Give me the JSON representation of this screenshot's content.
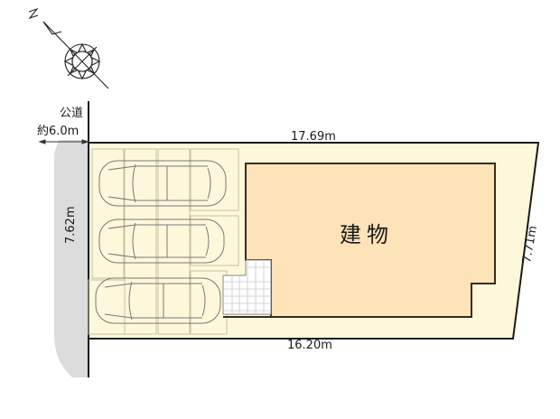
{
  "diagram": {
    "type": "site-plan",
    "compass": {
      "label": "N",
      "icon": "north-arrow-compass-rose"
    },
    "road": {
      "label": "公道",
      "width": "約6.0m",
      "color": "#dcdcdc"
    },
    "lot": {
      "fill": "#fdf8dc",
      "outline": "#1a1a1a",
      "dimensions": {
        "top": "17.69m",
        "bottom": "16.20m",
        "left": "7.62m",
        "right": "7.71m"
      }
    },
    "building": {
      "label": "建物",
      "fill": "#fde3b8",
      "outline": "#3a2a20"
    },
    "parking": {
      "spaces": 3,
      "cars": [
        "car-1",
        "car-2",
        "car-3"
      ]
    },
    "entrance": {
      "type": "tiled-approach",
      "fill": "#ffffff"
    }
  }
}
